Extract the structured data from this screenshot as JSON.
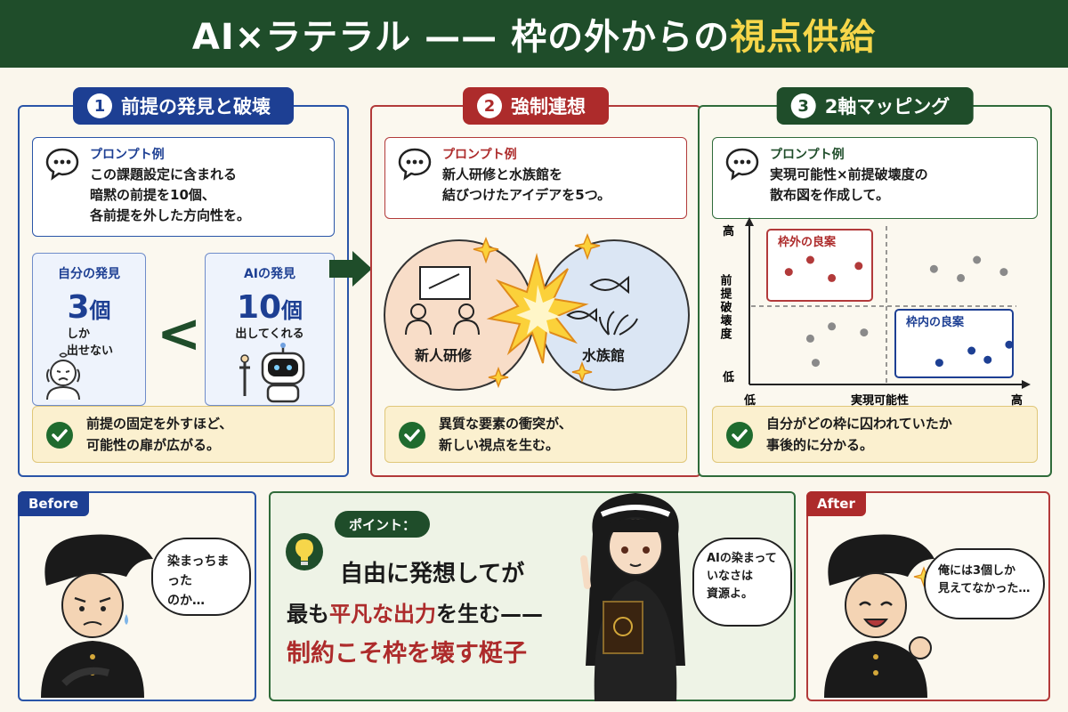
{
  "title": {
    "main": "AI×ラテラル —— 枠の外からの",
    "highlight": "視点供給"
  },
  "panel1": {
    "number": "1",
    "heading": "前提の発見と破壊",
    "prompt_label": "プロンプト例",
    "prompt_lines": [
      "この課題設定に含まれる",
      "暗黙の前提を10個、",
      "各前提を外した方向性を。"
    ],
    "self": {
      "title": "自分の発見",
      "count": "3",
      "unit": "個",
      "note1": "しか",
      "note2": "出せない"
    },
    "ai": {
      "title": "AIの発見",
      "count": "10",
      "unit": "個",
      "note": "出してくれる"
    },
    "compare_symbol": "<",
    "check_lines": [
      "前提の固定を外すほど、",
      "可能性の扉が広がる。"
    ]
  },
  "panel2": {
    "number": "2",
    "heading": "強制連想",
    "prompt_label": "プロンプト例",
    "prompt_lines": [
      "新人研修と水族館を",
      "結びつけたアイデアを5つ。"
    ],
    "left_circle": "新人研修",
    "right_circle": "水族館",
    "check_lines": [
      "異質な要素の衝突が、",
      "新しい視点を生む。"
    ]
  },
  "panel3": {
    "number": "3",
    "heading": "2軸マッピング",
    "prompt_label": "プロンプト例",
    "prompt_lines": [
      "実現可能性×前提破壊度の",
      "散布図を作成して。"
    ],
    "y_high": "高",
    "y_low": "低",
    "y_label": "前提破壊度",
    "x_low": "低",
    "x_high": "高",
    "x_label": "実現可能性",
    "box_outside": "枠外の良案",
    "box_inside": "枠内の良案",
    "check_lines": [
      "自分がどの枠に囚われていたか",
      "事後的に分かる。"
    ]
  },
  "chart_data": {
    "type": "scatter",
    "xlabel": "実現可能性",
    "ylabel": "前提破壊度",
    "series": [
      {
        "name": "枠外の良案",
        "color": "#b23a3a",
        "points": [
          [
            0.14,
            0.72
          ],
          [
            0.22,
            0.8
          ],
          [
            0.3,
            0.68
          ],
          [
            0.4,
            0.76
          ]
        ]
      },
      {
        "name": "枠内の良案",
        "color": "#1d3f93",
        "points": [
          [
            0.7,
            0.12
          ],
          [
            0.82,
            0.2
          ],
          [
            0.88,
            0.14
          ],
          [
            0.96,
            0.24
          ]
        ]
      },
      {
        "points": [
          [
            0.68,
            0.74
          ],
          [
            0.78,
            0.68
          ],
          [
            0.84,
            0.8
          ],
          [
            0.94,
            0.72
          ],
          [
            0.22,
            0.28
          ],
          [
            0.3,
            0.36
          ],
          [
            0.42,
            0.32
          ],
          [
            0.24,
            0.12
          ]
        ],
        "color": "#8a8a8a"
      }
    ]
  },
  "before": {
    "tag": "Before",
    "bubble_lines": [
      "染まっちまった",
      "のか…"
    ]
  },
  "point": {
    "tag": "ポイント：",
    "line1": "自由に発想してが",
    "line2_a": "最も",
    "line2_hl": "平凡な出力",
    "line2_b": "を生む——",
    "line3": "制約こそ枠を壊す梃子",
    "bubble_lines": [
      "AIの染まって",
      "いなさは",
      "資源よ。"
    ]
  },
  "after": {
    "tag": "After",
    "bubble_lines": [
      "俺には3個しか",
      "見えてなかった…"
    ]
  },
  "colors": {
    "green": "#1f4d2a",
    "blue": "#1d3f93",
    "red": "#ad2b2b",
    "yellow": "#f6d64a"
  }
}
